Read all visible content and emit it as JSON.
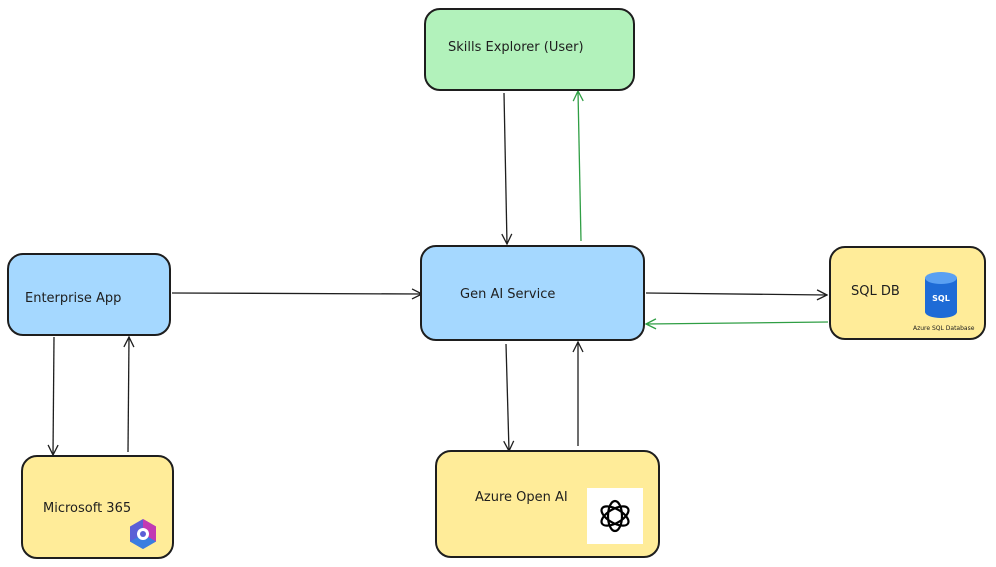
{
  "colors": {
    "blue": "#a5d8ff",
    "green": "#b2f2bb",
    "yellow": "#ffec99",
    "stroke": "#1e1e1e",
    "return_arrow": "#2f9e44",
    "sql_icon": "#1e6bd6",
    "copilot_icon_a": "#5b5fd6",
    "copilot_icon_b": "#c239b3"
  },
  "nodes": {
    "skills_explorer": {
      "label": "Skills Explorer (User)",
      "color": "green"
    },
    "enterprise_app": {
      "label": "Enterprise App",
      "color": "blue"
    },
    "gen_ai_service": {
      "label": "Gen AI Service",
      "color": "blue"
    },
    "sql_db": {
      "label": "SQL DB",
      "color": "yellow",
      "icon_text": "SQL",
      "icon_caption": "Azure SQL Database"
    },
    "microsoft_365": {
      "label": "Microsoft 365",
      "color": "yellow"
    },
    "azure_open_ai": {
      "label": "Azure Open AI",
      "color": "yellow"
    }
  },
  "icons": {
    "sql_db": "azure-sql-database-icon",
    "microsoft_365": "microsoft-365-copilot-icon",
    "azure_open_ai": "openai-logo-icon"
  }
}
